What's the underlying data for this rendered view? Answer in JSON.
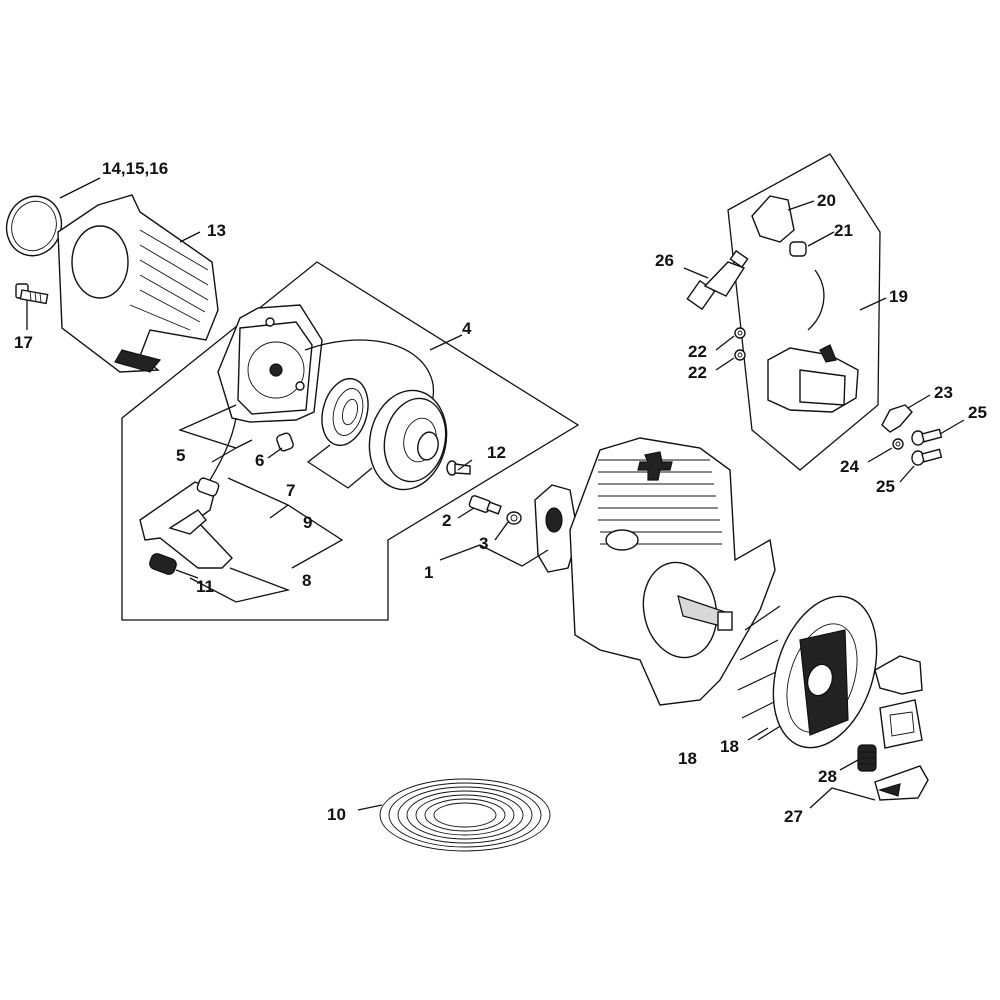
{
  "diagram": {
    "labels": {
      "p14_15_16": "14,15,16",
      "p13": "13",
      "p17": "17",
      "p4": "4",
      "p5": "5",
      "p6": "6",
      "p7": "7",
      "p12": "12",
      "p9": "9",
      "p8": "8",
      "p11": "11",
      "p2": "2",
      "p3": "3",
      "p1": "1",
      "p10": "10",
      "p20": "20",
      "p21": "21",
      "p26": "26",
      "p19": "19",
      "p22a": "22",
      "p22b": "22",
      "p23": "23",
      "p25a": "25",
      "p24": "24",
      "p25b": "25",
      "p18a": "18",
      "p18b": "18",
      "p28": "28",
      "p27": "27"
    }
  }
}
